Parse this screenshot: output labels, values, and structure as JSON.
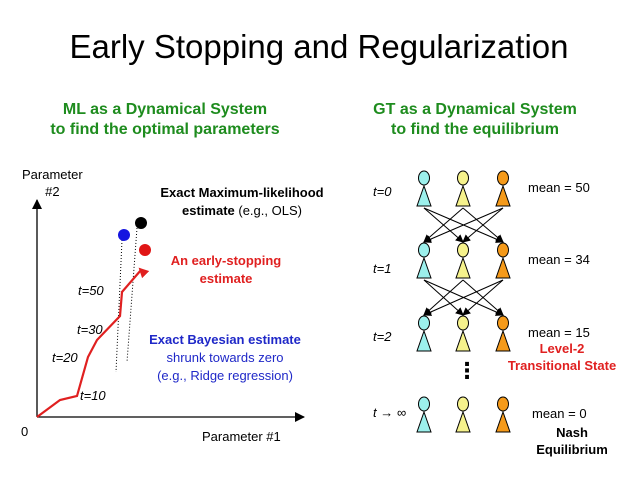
{
  "title": "Early Stopping and Regularization",
  "left": {
    "heading_line1": "ML as a Dynamical System",
    "heading_line2": "to find the optimal parameters",
    "y_axis_label_line1": "Parameter",
    "y_axis_label_line2": "#2",
    "x_axis_label": "Parameter #1",
    "origin": "0",
    "ml_estimate_line1": "Exact Maximum-likelihood",
    "ml_estimate_line2_bold": "estimate",
    "ml_estimate_line2_rest": " (e.g., OLS)",
    "early_stop_line1": "An early-stopping",
    "early_stop_line2": "estimate",
    "bayes_line1": "Exact Bayesian estimate",
    "bayes_line2": "shrunk towards zero",
    "bayes_line3": "(e.g., Ridge regression)",
    "t_labels": [
      "t=50",
      "t=30",
      "t=20",
      "t=10"
    ]
  },
  "right": {
    "heading_line1": "GT as a Dynamical System",
    "heading_line2": "to find the equilibrium",
    "row_labels": [
      "t=0",
      "t=1",
      "t=2"
    ],
    "row_label_inf": "t → ∞",
    "means": [
      "mean = 50",
      "mean = 34",
      "mean = 15",
      "mean = 0"
    ],
    "level2_line1": "Level-2",
    "level2_line2": "Transitional State",
    "nash_line1": "Nash",
    "nash_line2": "Equilibrium",
    "ellipsis": "⋮"
  },
  "colors": {
    "heading_green": "#1e8c1e",
    "red": "#e02020",
    "blue": "#1f28c8",
    "player_cyan": "#9cf0ec",
    "player_yellow": "#f6f28c",
    "player_orange": "#f59a1a"
  }
}
